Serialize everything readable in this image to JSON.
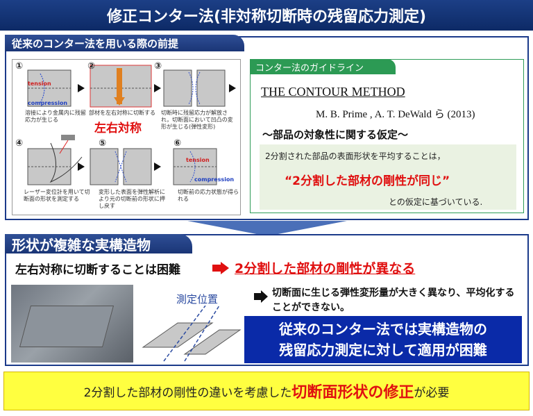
{
  "title": "修正コンター法(非対称切断時の残留応力測定)",
  "section1": {
    "tab": "従来のコンター法を用いる際の前提",
    "steps": [
      {
        "num": "①",
        "caption": "溶接により金属内に残留応力が生じる",
        "tension": "tension",
        "compression": "compression"
      },
      {
        "num": "②",
        "caption": "部材を左右対称に切断する",
        "emphasis": "左右対称"
      },
      {
        "num": "③",
        "caption": "切断時に残留応力が解放され，切断面において凹凸の変形が生じる(弾性変形)"
      },
      {
        "num": "④",
        "caption": "レーザー変位計を用いて切断面の形状を測定する"
      },
      {
        "num": "⑤",
        "caption": "変形した表面を弾性解析により元の切断前の形状に押し戻す"
      },
      {
        "num": "⑥",
        "caption": "切断前の応力状態が得られる",
        "tension": "tension",
        "compression": "compression"
      }
    ],
    "guide": {
      "tab": "コンター法のガイドライン",
      "book": "THE CONTOUR METHOD",
      "authors": "M. B. Prime , A. T. DeWald ら (2013)",
      "heading": "～部品の対象性に関する仮定～",
      "line1": "2分割された部品の表面形状を平均することは，",
      "quote": "“2分割した部材の剛性が同じ”",
      "line2": "との仮定に基づいている."
    }
  },
  "section2": {
    "tab": "形状が複雑な実構造物",
    "statement_left": "左右対称に切断することは困難",
    "statement_right": "2分割した部材の剛性が異なる",
    "position_label": "測定位置",
    "note": "切断面に生じる弾性変形量が大きく異なり、平均化することができない。",
    "conclusion_line1": "従来のコンター法では実構造物の",
    "conclusion_line2": "残留応力測定に対して適用が困難"
  },
  "bottom": {
    "prefix": "2分割した部材の剛性の違いを考慮した",
    "emphasis": "切断面形状の修正",
    "suffix": "が必要"
  },
  "colors": {
    "navy": "#1b3a8a",
    "red": "#e01010",
    "green": "#2c9a54",
    "yellow": "#ffff40"
  }
}
